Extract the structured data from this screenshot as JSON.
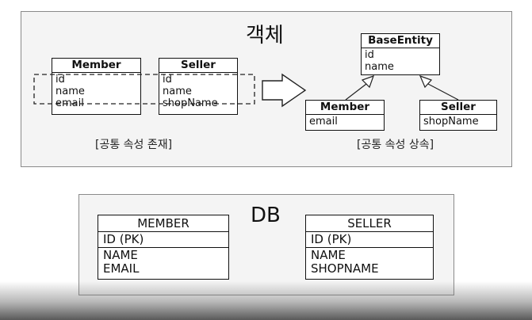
{
  "object_section": {
    "title": "객체",
    "left": {
      "member": {
        "name": "Member",
        "attrs": [
          "id",
          "name",
          "email"
        ]
      },
      "seller": {
        "name": "Seller",
        "attrs": [
          "id",
          "name",
          "shopName"
        ]
      },
      "caption": "[공통 속성 존재]"
    },
    "right": {
      "base": {
        "name": "BaseEntity",
        "attrs": [
          "id",
          "name"
        ]
      },
      "member": {
        "name": "Member",
        "attrs": [
          "email"
        ]
      },
      "seller": {
        "name": "Seller",
        "attrs": [
          "shopName"
        ]
      },
      "caption": "[공통 속성 상속]"
    }
  },
  "db_section": {
    "title": "DB",
    "member_table": {
      "name": "MEMBER",
      "pk": "ID (PK)",
      "attrs": [
        "NAME",
        "EMAIL"
      ]
    },
    "seller_table": {
      "name": "SELLER",
      "pk": "ID (PK)",
      "attrs": [
        "NAME",
        "SHOPNAME"
      ]
    }
  }
}
